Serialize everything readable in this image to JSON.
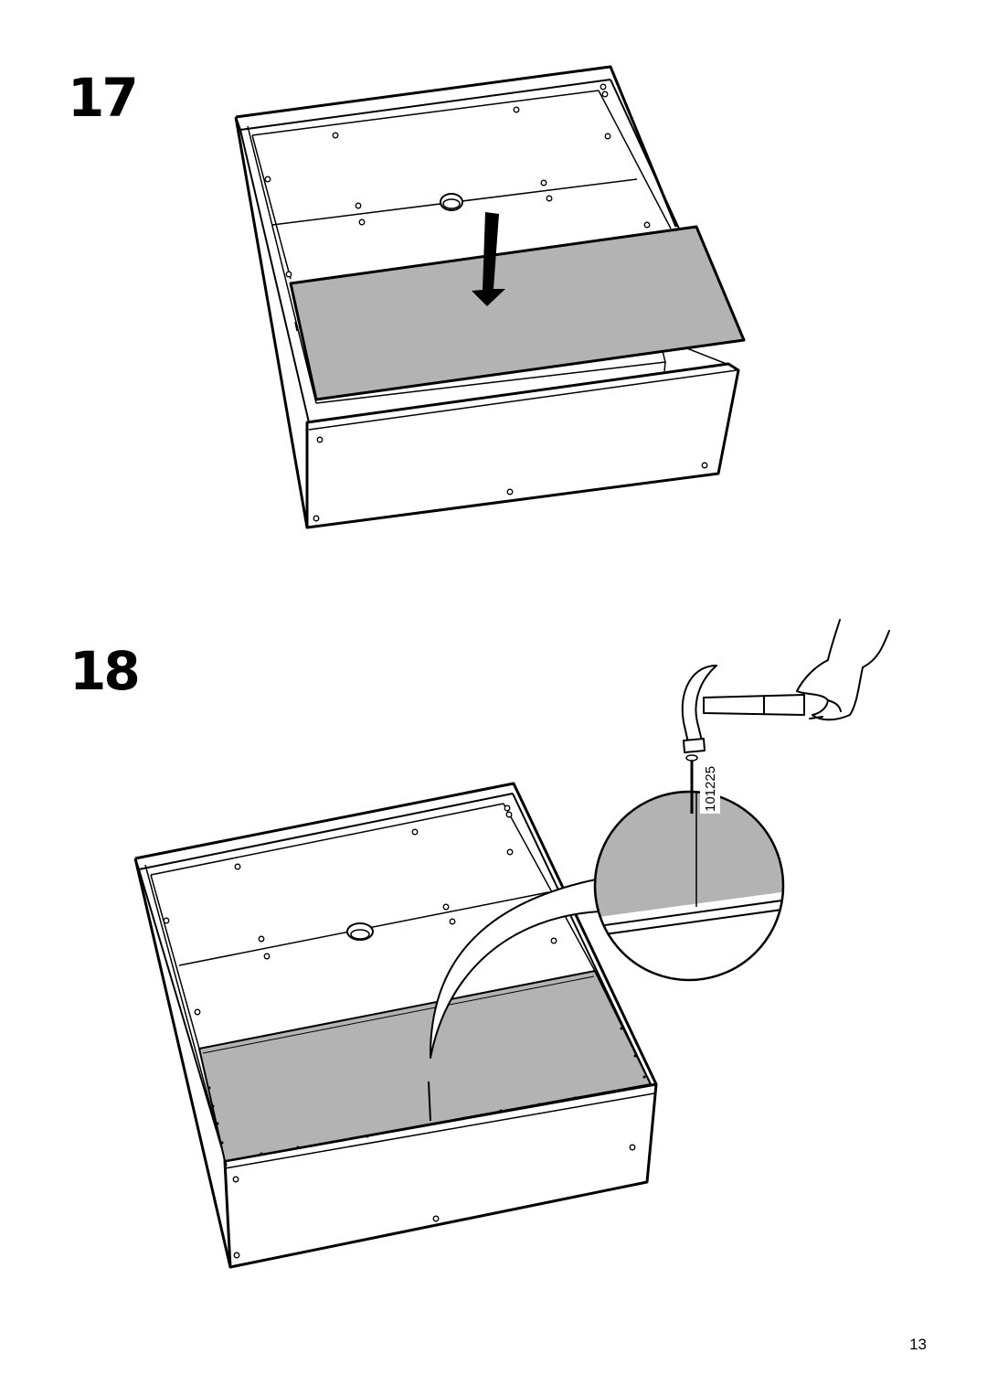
{
  "steps": [
    {
      "number": "17"
    },
    {
      "number": "18"
    }
  ],
  "part_number": "101225",
  "page_number": "13",
  "colors": {
    "panel_fill": "#b3b3b3",
    "line": "#000000",
    "background": "#ffffff"
  },
  "icons": [
    "down-arrow-icon",
    "hammer-icon",
    "hand-icon",
    "nail-icon",
    "magnifier-circle-icon"
  ]
}
